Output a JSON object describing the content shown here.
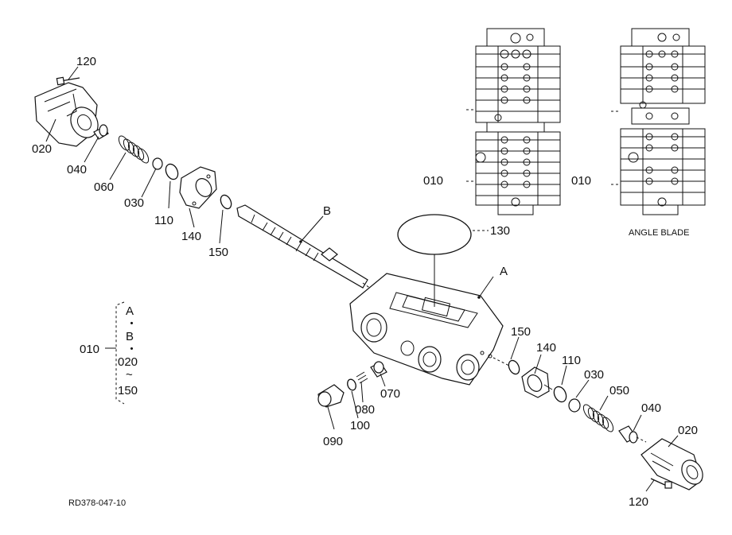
{
  "diagram": {
    "labels": {
      "upper_left_120": "120",
      "upper_left_020": "020",
      "upper_left_040": "040",
      "upper_left_060": "060",
      "upper_left_030": "030",
      "upper_left_110": "110",
      "upper_left_140": "140",
      "upper_left_150": "150",
      "spool_b": "B",
      "valve_a": "A",
      "oring_130": "130",
      "valve_010_left": "010",
      "valve_010_right": "010",
      "angle_blade": "ANGLE BLADE",
      "lower_150": "150",
      "lower_140": "140",
      "lower_110": "110",
      "lower_030": "030",
      "lower_050": "050",
      "lower_040": "040",
      "lower_020": "020",
      "lower_120": "120",
      "lower_070": "070",
      "lower_080": "080",
      "lower_100": "100",
      "lower_090": "090"
    },
    "legend": {
      "ref": "010",
      "line1": "A",
      "dot1": "・",
      "line2": "B",
      "dot2": "・",
      "line3": "020",
      "tilde": "~",
      "line4": "150"
    },
    "footer_code": "RD378-047-10"
  }
}
